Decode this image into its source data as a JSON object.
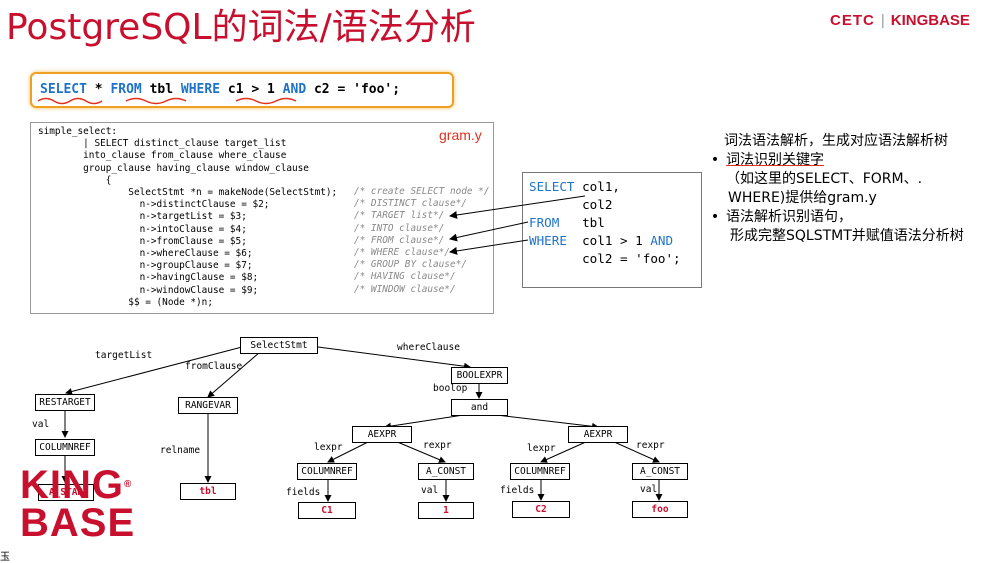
{
  "title": "PostgreSQL的词法/语法分析",
  "brand": {
    "cetc": "CETC",
    "sep": "|",
    "kingbase": "KINGBASE"
  },
  "sql": {
    "select": "SELECT",
    "star": " * ",
    "from": "FROM",
    "tbl": " tbl ",
    "where": "WHERE",
    "cond": " c1 > 1 ",
    "and": "AND",
    "cond2": " c2 = 'foo';"
  },
  "gram": {
    "file": "gram.y",
    "code": "simple_select:\n        | SELECT distinct_clause target_list\n        into_clause from_clause where_clause\n        group_clause having_clause window_clause\n            {\n                SelectStmt *n = makeNode(SelectStmt);\n                  n->distinctClause = $2;\n                  n->targetList = $3;\n                  n->intoClause = $4;\n                  n->fromClause = $5;\n                  n->whereClause = $6;\n                  n->groupClause = $7;\n                  n->havingClause = $8;\n                  n->windowClause = $9;\n                $$ = (Node *)n;",
    "comments": "/* create SELECT node */\n/* DISTINCT clause*/\n/* TARGET list*/\n/* INTO clause*/\n/* FROM clause*/\n/* WHERE clause*/\n/* GROUP BY clause*/\n/* HAVING clause*/\n/* WINDOW clause*/"
  },
  "sqlfmt": {
    "l1kw": "SELECT",
    "l1": " col1,",
    "l2": "       col2",
    "l3kw": "FROM",
    "l3": "   tbl",
    "l4kw": "WHERE",
    "l4": "  col1 > 1 ",
    "l4and": "AND",
    "l5": "       col2 = 'foo';"
  },
  "notes": {
    "line1": "词法语法解析，生成对应语法解析树",
    "bullet": "•",
    "line2": "词法识别关键字",
    "line3": "（如这里的SELECT、FORM、.",
    "line4": "WHERE)提供给gram.y",
    "line5": "语法解析识别语句，",
    "line6": "形成完整SQLSTMT并赋值语法分析树"
  },
  "tree": {
    "nodes": {
      "selectstmt": "SelectStmt",
      "restarget": "RESTARGET",
      "columnref1": "COLUMNREF",
      "a_star": "A_STAR",
      "rangevar": "RANGEVAR",
      "tbl": "tbl",
      "boolexpr": "BOOLEXPR",
      "and": "and",
      "aexpr1": "AEXPR",
      "aexpr2": "AEXPR",
      "columnref2": "COLUMNREF",
      "aconst1": "A_CONST",
      "columnref3": "COLUMNREF",
      "aconst2": "A_CONST",
      "c1": "C1",
      "one": "1",
      "c2": "C2",
      "foo": "foo"
    },
    "labels": {
      "targetList": "targetList",
      "fromClause": "fromClause",
      "whereClause": "whereClause",
      "boolop": "boolop",
      "val1": "val",
      "relname": "relname",
      "lexpr1": "lexpr",
      "rexpr1": "rexpr",
      "lexpr2": "lexpr",
      "rexpr2": "rexpr",
      "fields1": "fields",
      "val2": "val",
      "fields2": "fields",
      "val3": "val"
    }
  },
  "logo": {
    "line1": "KING",
    "reg": "®",
    "line2": "BASE"
  },
  "corner": "玉"
}
